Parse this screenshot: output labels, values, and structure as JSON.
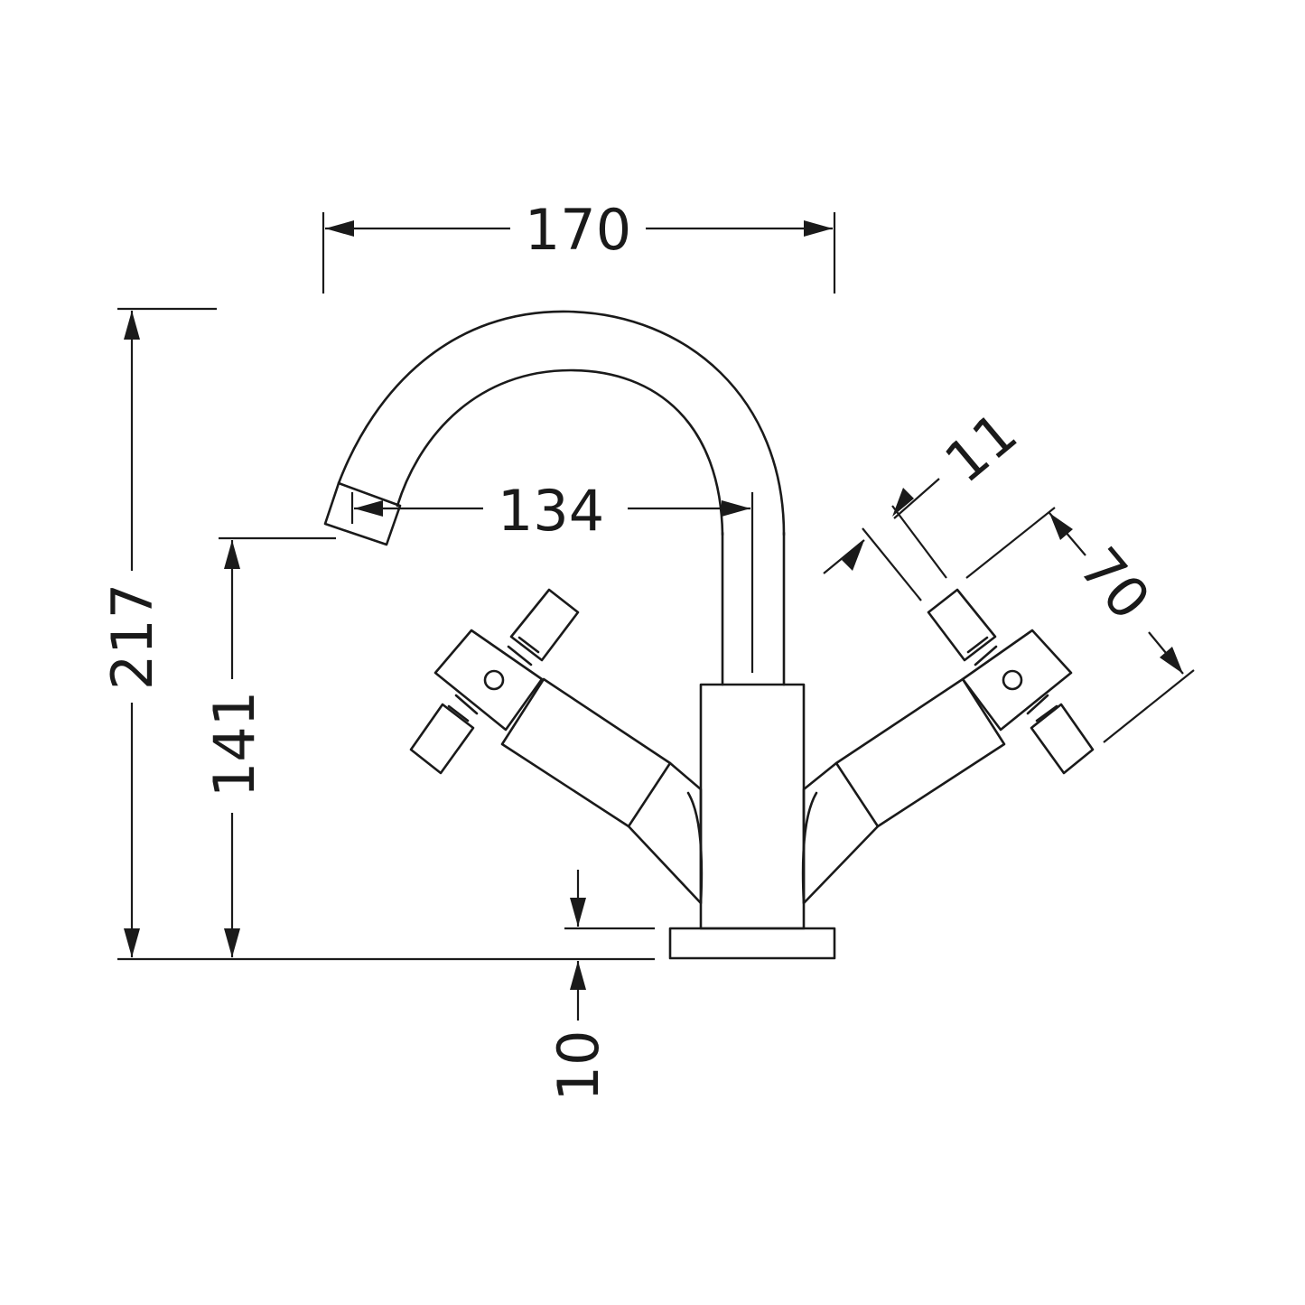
{
  "dimensions": {
    "overall_width": "170",
    "spout_reach": "134",
    "overall_height": "217",
    "spout_height": "141",
    "base_height": "10",
    "handle_width": "11",
    "handle_length": "70"
  },
  "colors": {
    "line": "#1a1a1a",
    "background": "#ffffff"
  }
}
